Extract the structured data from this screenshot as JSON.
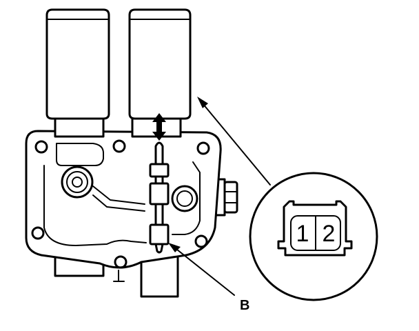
{
  "figure": {
    "callout_label": "B",
    "connector_pins": [
      "1",
      "2"
    ]
  },
  "colors": {
    "ink": "#000000",
    "paper": "#ffffff"
  }
}
